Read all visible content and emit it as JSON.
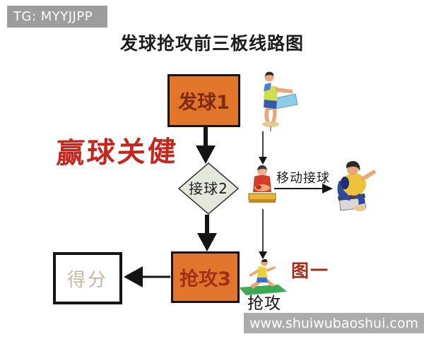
{
  "header": {
    "badge": "TG: MYYJJPP",
    "title": "发球抢攻前三板线路图"
  },
  "flowchart": {
    "nodes": [
      {
        "id": "serve",
        "label": "发球1",
        "type": "process",
        "fill": "#e2752c"
      },
      {
        "id": "receive",
        "label": "接球2",
        "type": "decision",
        "fill": "#e3e7dc"
      },
      {
        "id": "attack",
        "label": "抢攻3",
        "type": "process",
        "fill": "#e2752c"
      },
      {
        "id": "score",
        "label": "得分",
        "type": "terminal",
        "fill": "#ffffff"
      }
    ],
    "flow": [
      "发球1 → 接球2",
      "接球2 → 抢攻3",
      "抢攻3 → 得分"
    ]
  },
  "annotations": {
    "win_key": "赢球关健",
    "move_receive": "移动接球",
    "figure": "图一",
    "attack_caption": "抢攻"
  },
  "illustrations": {
    "serve_player": "player-serving-at-table-icon",
    "receive_player_front": "player-red-shirt-front-icon",
    "receive_player_side": "player-lunging-receive-icon",
    "attack_player": "player-lunging-attack-mat-icon"
  },
  "watermark": "www.shuiwubaoshui.com",
  "colors": {
    "process_fill": "#e2752c",
    "process_border": "#141414",
    "serve_text": "#7e2a10",
    "attack_text": "#a03018",
    "decision_fill": "#e3e7dc",
    "score_text": "#c3b99e",
    "win_key_red": "#c4271e",
    "figure_red": "#a62c1a",
    "badge_gray": "#9d9d9d",
    "watermark_gray": "#acacac",
    "arrow_black": "#141414"
  }
}
